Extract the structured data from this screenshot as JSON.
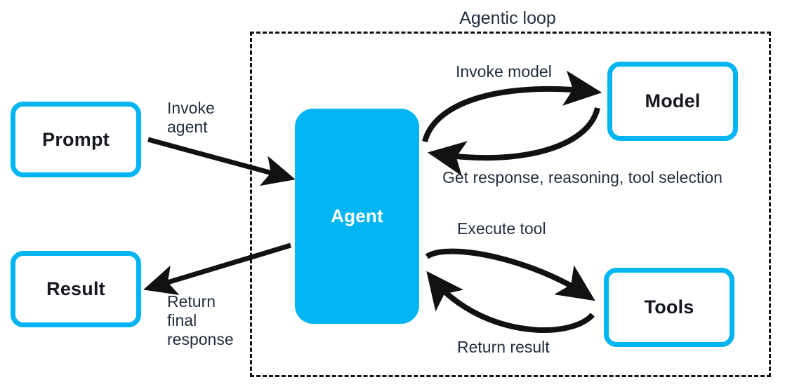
{
  "diagram": {
    "title": "Agentic loop",
    "colors": {
      "accent": "#00B5F2",
      "text": "#232F3E",
      "node_text": "#16191F",
      "agent_text": "#FFFFFF",
      "stroke": "#111111",
      "background": "#FFFFFF"
    },
    "boundary": {
      "label": "Agentic loop",
      "style": "dashed"
    },
    "nodes": [
      {
        "id": "prompt",
        "label": "Prompt",
        "style": "outline"
      },
      {
        "id": "result",
        "label": "Result",
        "style": "outline"
      },
      {
        "id": "agent",
        "label": "Agent",
        "style": "filled"
      },
      {
        "id": "model",
        "label": "Model",
        "style": "outline"
      },
      {
        "id": "tools",
        "label": "Tools",
        "style": "outline"
      }
    ],
    "edges": [
      {
        "id": "invoke-agent",
        "from": "prompt",
        "to": "agent",
        "label": "Invoke\nagent",
        "shape": "straight"
      },
      {
        "id": "return-final",
        "from": "agent",
        "to": "result",
        "label": "Return\nfinal\nresponse",
        "shape": "straight"
      },
      {
        "id": "invoke-model",
        "from": "agent",
        "to": "model",
        "label": "Invoke model",
        "shape": "curved"
      },
      {
        "id": "get-response",
        "from": "model",
        "to": "agent",
        "label": "Get response, reasoning, tool selection",
        "shape": "curved"
      },
      {
        "id": "execute-tool",
        "from": "agent",
        "to": "tools",
        "label": "Execute tool",
        "shape": "curved"
      },
      {
        "id": "return-result",
        "from": "tools",
        "to": "agent",
        "label": "Return result",
        "shape": "curved"
      }
    ]
  }
}
